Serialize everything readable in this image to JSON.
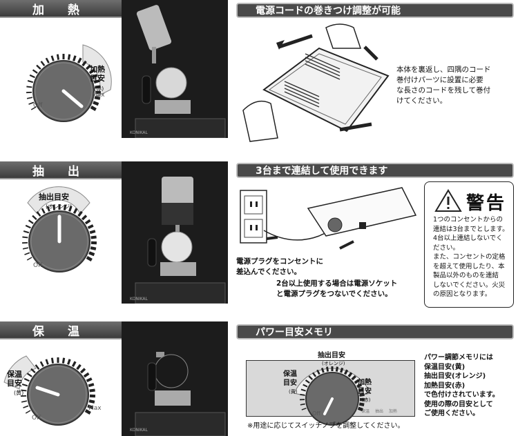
{
  "sections": {
    "heat": {
      "title": "加 熱",
      "dial_label": "加熱\n目安",
      "dial_sub": "(赤)",
      "off": "Off",
      "max": "Max"
    },
    "extract": {
      "title": "抽 出",
      "dial_label": "抽出目安",
      "dial_sub": "(オレンジ)",
      "off": "Off"
    },
    "warm": {
      "title": "保 温",
      "dial_label": "保温\n目安",
      "dial_sub": "(黄)",
      "off": "Off",
      "max": "Max"
    }
  },
  "photo_brand": "KONIKAL",
  "cord": {
    "heading": "電源コードの巻きつけ調整が可能",
    "text": "本体を裏返し、四隅のコード\n巻付けパーツに設置に必要\nな長さのコードを残して巻付\nけてください。"
  },
  "connect": {
    "heading": "3台まで連結して使用できます",
    "plug_text": "電源プラグをコンセントに\n差込んでください。",
    "multi_text": "2台以上使用する場合は電源ソケット\nと電源プラグをつないでください。"
  },
  "warning": {
    "title": "警告",
    "icon": "warning-triangle-icon",
    "text": "1つのコンセントからの\n連結は3台までとします。\n4台以上連結しないでく\nださい。\nまた、コンセントの定格\nを超えて使用したり、本\n製品以外のものを連結\nしないでください。火災\nの原因となります。"
  },
  "memory": {
    "heading": "パワー目安メモリ",
    "warm_label": "保温\n目安",
    "warm_sub": "(黄)",
    "extract_label": "抽出目安",
    "extract_sub": "(オレンジ)",
    "heat_label": "加熱\n目安",
    "heat_sub": "(赤)",
    "off": "Off",
    "legend": [
      "保温",
      "抽出",
      "加熱"
    ],
    "note": "※用途に応じてスイッチノブを調整してください。",
    "desc": "パワー調節メモリには\n保温目安(黄)\n抽出目安(オレンジ)\n加熱目安(赤)\nで色付けされています。\n使用の際の目安として\nご使用ください。"
  },
  "colors": {
    "dial_body": "#6a6a6a",
    "band": "#e6e6e6",
    "header": "#4a4a4a"
  }
}
